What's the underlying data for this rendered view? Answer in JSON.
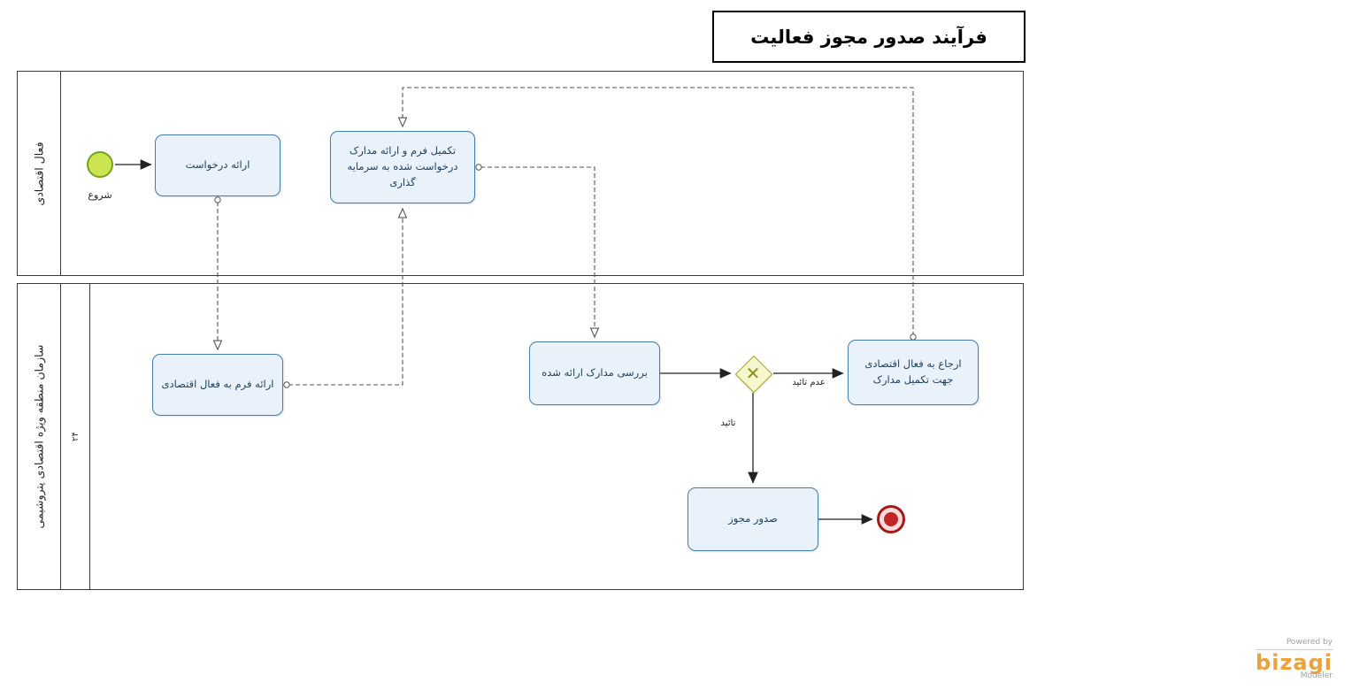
{
  "title": "فرآیند صدور مجوز فعالیت",
  "lanes": {
    "top": {
      "label": "فعال اقتصادی"
    },
    "bottom": {
      "label": "سازمان منطقه ویژه اقتصادی پتروشیمی",
      "sublane_label": "۲۴"
    }
  },
  "nodes": {
    "start": {
      "label": "شروع",
      "type": "start-event",
      "color": "#cbe44f"
    },
    "task_request": {
      "label": "ارائه درخواست"
    },
    "task_complete_form": {
      "label": "تکمیل فرم و ارائه مدارک درخواست شده به سرمایه گذاری"
    },
    "task_provide_form": {
      "label": "ارائه فرم به فعال اقتصادی"
    },
    "task_review_docs": {
      "label": "بررسی مدارک ارائه شده"
    },
    "task_refer_back": {
      "label": "ارجاع به فعال اقتصادی جهت تکمیل مدارک"
    },
    "task_issue_permit": {
      "label": "صدور مجوز"
    },
    "gateway": {
      "type": "exclusive-gateway",
      "color": "#f7f7cf"
    },
    "end": {
      "type": "end-event",
      "color": "#c22525"
    }
  },
  "edges": {
    "approve_label": "تائید",
    "reject_label": "عدم تائید"
  },
  "colors": {
    "task_fill": "#e9f1fa",
    "task_border": "#447ba8",
    "start_fill": "#cbe44f",
    "gateway_fill": "#f7f7cf",
    "end_red": "#c22525",
    "brand_orange": "#eaa13e"
  },
  "footer": {
    "powered_by": "Powered by",
    "brand": "bizagi",
    "product": "Modeler"
  }
}
